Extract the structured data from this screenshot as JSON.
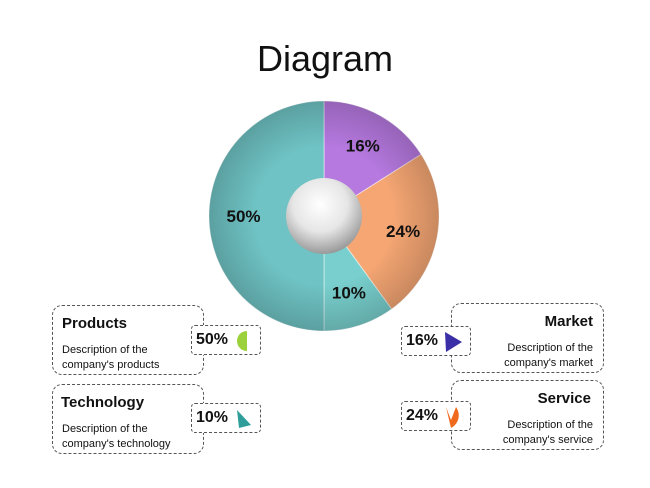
{
  "page": {
    "title": "Diagram"
  },
  "chart_data": {
    "type": "pie",
    "title": "Diagram",
    "donut": true,
    "slices": [
      {
        "label": "",
        "value": 16,
        "display": "16%",
        "color": "#b679e0"
      },
      {
        "label": "",
        "value": 24,
        "display": "24%",
        "color": "#f5a673"
      },
      {
        "label": "",
        "value": 10,
        "display": "10%",
        "color": "#78cfcd"
      },
      {
        "label": "",
        "value": 50,
        "display": "50%",
        "color": "#6fc3c4"
      }
    ]
  },
  "legend": {
    "products": {
      "name": "Products",
      "desc_line1": "Description of the",
      "desc_line2": "company's products",
      "pct": "50%",
      "icon": "half-pie-icon",
      "icon_color": "#9bd13a"
    },
    "technology": {
      "name": "Technology",
      "desc_line1": "Description of the",
      "desc_line2": "company's technology",
      "pct": "10%",
      "icon": "small-wedge-icon",
      "icon_color": "#2f9e9a"
    },
    "market": {
      "name": "Market",
      "desc_line1": "Description of the",
      "desc_line2": "company's market",
      "pct": "16%",
      "icon": "wedge-icon",
      "icon_color": "#3a2fa6"
    },
    "service": {
      "name": "Service",
      "desc_line1": "Description of the",
      "desc_line2": "company's service",
      "pct": "24%",
      "icon": "quarter-pie-icon",
      "icon_color": "#f06a1e"
    }
  }
}
